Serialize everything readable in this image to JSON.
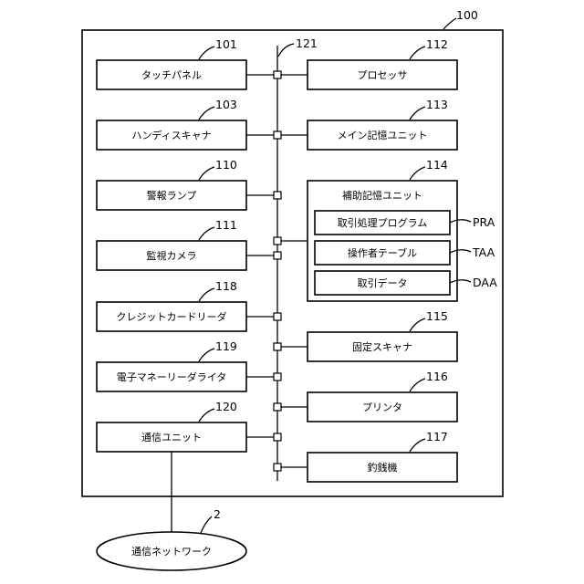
{
  "system": {
    "ref": "100"
  },
  "bus": {
    "ref": "121"
  },
  "left_blocks": [
    {
      "ref": "101",
      "label": "タッチパネル"
    },
    {
      "ref": "103",
      "label": "ハンディスキャナ"
    },
    {
      "ref": "110",
      "label": "警報ランプ"
    },
    {
      "ref": "111",
      "label": "監視カメラ"
    },
    {
      "ref": "118",
      "label": "クレジットカードリーダ"
    },
    {
      "ref": "119",
      "label": "電子マネーリーダライタ"
    },
    {
      "ref": "120",
      "label": "通信ユニット"
    }
  ],
  "right_blocks": [
    {
      "ref": "112",
      "label": "プロセッサ"
    },
    {
      "ref": "113",
      "label": "メイン記憶ユニット"
    },
    {
      "ref": "115",
      "label": "固定スキャナ"
    },
    {
      "ref": "116",
      "label": "プリンタ"
    },
    {
      "ref": "117",
      "label": "釣銭機"
    }
  ],
  "aux_storage": {
    "ref": "114",
    "label": "補助記憶ユニット",
    "items": [
      {
        "label": "取引処理プログラム",
        "tag": "PRA"
      },
      {
        "label": "操作者テーブル",
        "tag": "TAA"
      },
      {
        "label": "取引データ",
        "tag": "DAA"
      }
    ]
  },
  "network": {
    "ref": "2",
    "label": "通信ネットワーク"
  }
}
